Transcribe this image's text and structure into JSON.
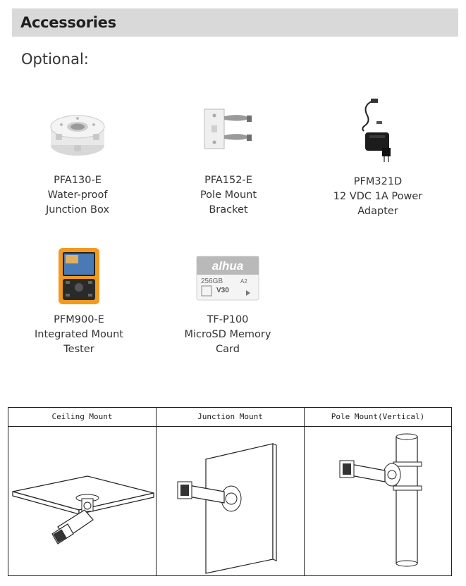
{
  "header": {
    "title": "Accessories"
  },
  "section": {
    "label": "Optional:"
  },
  "accessories": [
    {
      "model": "PFA130-E",
      "line2": "Water-proof",
      "line3": "Junction Box",
      "icon": "junction-box-icon"
    },
    {
      "model": "PFA152-E",
      "line2": "Pole Mount",
      "line3": "Bracket",
      "icon": "pole-mount-bracket-icon"
    },
    {
      "model": "PFM321D",
      "line2": "12 VDC 1A Power",
      "line3": "Adapter",
      "icon": "power-adapter-icon"
    },
    {
      "model": "PFM900-E",
      "line2": "Integrated Mount",
      "line3": "Tester",
      "icon": "mount-tester-icon"
    },
    {
      "model": "TF-P100",
      "line2": "MicroSD Memory",
      "line3": "Card",
      "icon": "microsd-card-icon"
    }
  ],
  "memory_card": {
    "brand": "alhua",
    "capacity": "256GB",
    "speed": "V30",
    "class": "A2"
  },
  "mounts": [
    {
      "label": "Ceiling Mount"
    },
    {
      "label": "Junction Mount"
    },
    {
      "label": "Pole Mount(Vertical)"
    }
  ]
}
